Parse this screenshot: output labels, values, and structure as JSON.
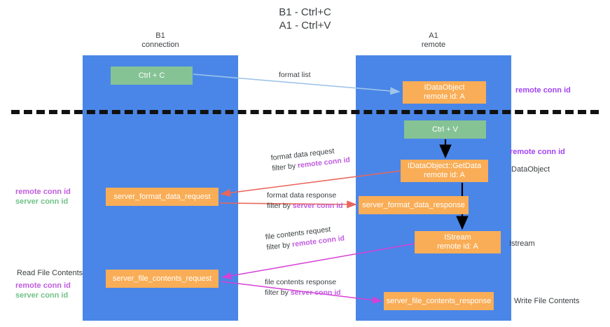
{
  "title": "B1 - Ctrl+C\nA1 - Ctrl+V",
  "title_line1": "B1 - Ctrl+C",
  "title_line2": "A1 - Ctrl+V",
  "lanes": [
    {
      "id": "b1",
      "name": "B1",
      "role": "connection",
      "color": "#4a86e8"
    },
    {
      "id": "a1",
      "name": "A1",
      "role": "remote",
      "color": "#4a86e8"
    }
  ],
  "colors": {
    "lane": "#4a86e8",
    "green_box": "#85c394",
    "orange_box": "#f9ad56",
    "remote_conn_id": "#a142f4",
    "server_conn_id": "#71c287",
    "arrow_format_list": "#9fc5e8",
    "arrow_format_data": "#e8665c",
    "arrow_file_contents": "#d63fd6",
    "arrow_black": "#000000",
    "divider": "#111111",
    "text": "#3c4043"
  },
  "boxes": {
    "ctrl_c": {
      "label": "Ctrl + C",
      "style": "green"
    },
    "idataobject": {
      "line1": "IDataObject",
      "line2": "remote id: A",
      "style": "orange"
    },
    "ctrl_v": {
      "label": "Ctrl + V",
      "style": "green"
    },
    "getdata": {
      "line1": "IDataObject::GetData",
      "line2": "remote id: A",
      "style": "orange"
    },
    "server_format_data_request": {
      "label": "server_format_data_request",
      "style": "orange"
    },
    "server_format_data_response": {
      "label": "server_format_data_response",
      "style": "orange"
    },
    "istream": {
      "line1": "IStream",
      "line2": "remote id: A",
      "style": "orange"
    },
    "server_file_contents_request": {
      "label": "server_file_contents_request",
      "style": "orange"
    },
    "server_file_contents_response": {
      "label": "server_file_contents_response",
      "style": "orange"
    }
  },
  "arrow_labels": {
    "format_list": {
      "line1": "format list"
    },
    "format_data_request": {
      "line1": "format data request",
      "line2_prefix": "filter by ",
      "line2_highlight": "remote conn id"
    },
    "format_data_response": {
      "line1": "format data response",
      "line2_prefix": "filter by ",
      "line2_highlight": "server conn id"
    },
    "file_contents_request": {
      "line1": "file contents request",
      "line2_prefix": "filter by ",
      "line2_highlight": "remote conn id"
    },
    "file_contents_response": {
      "line1": "file contents response",
      "line2_prefix": "filter by ",
      "line2_highlight": "server conn id"
    }
  },
  "side_notes": {
    "remote_conn_id_top": "remote conn id",
    "remote_conn_id_mid": "remote conn id",
    "dataobject": "DataObject",
    "istream": "Istream",
    "write_file_contents": "Write File Contents"
  },
  "left_notes": {
    "legend_remote": "remote conn id",
    "legend_server": "server conn id",
    "read_file_contents": "Read File Contents",
    "legend2_remote": "remote conn id",
    "legend2_server": "server conn id"
  }
}
